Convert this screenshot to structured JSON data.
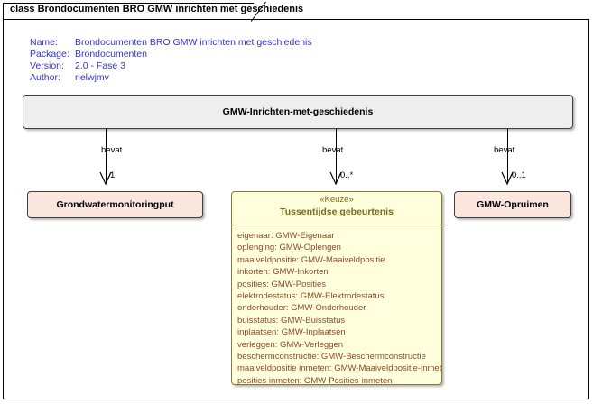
{
  "frame": {
    "tab_label": "class Brondocumenten BRO GMW inrichten met geschiedenis"
  },
  "metadata": {
    "rows": [
      {
        "key": "Name:",
        "value": "Brondocumenten BRO GMW inrichten met geschiedenis"
      },
      {
        "key": "Package:",
        "value": "Brondocumenten"
      },
      {
        "key": "Version:",
        "value": "2.0 - Fase 3"
      },
      {
        "key": "Author:",
        "value": "rielwjmv"
      }
    ]
  },
  "classes": {
    "root": {
      "name": "GMW-Inrichten-met-geschiedenis",
      "fill": "#eeeeee"
    },
    "put": {
      "name": "Grondwatermonitoringput",
      "fill": "#fae6dc"
    },
    "opruimen": {
      "name": "GMW-Opruimen",
      "fill": "#fae6dc"
    },
    "keuze": {
      "stereotype": "«Keuze»",
      "name": "Tussentijdse gebeurtenis",
      "fill": "#ffffdd",
      "attributes": [
        "eigenaar: GMW-Eigenaar",
        "oplenging: GMW-Oplengen",
        "maaiveldpositie: GMW-Maaiveldpositie",
        "inkorten: GMW-Inkorten",
        "posities: GMW-Posities",
        "elektrodestatus: GMW-Elektrodestatus",
        "onderhouder: GMW-Onderhouder",
        "buisstatus: GMW-Buisstatus",
        "inplaatsen: GMW-Inplaatsen",
        "verleggen: GMW-Verleggen",
        "beschermconstructie: GMW-Beschermconstructie",
        "maaiveldpositie inmeten: GMW-Maaiveldpositie-inmeten",
        "posities inmeten: GMW-Posities-inmeten"
      ]
    }
  },
  "connectors": [
    {
      "label": "bevat",
      "multiplicity": "1",
      "target": "Grondwatermonitoringput"
    },
    {
      "label": "bevat",
      "multiplicity": "0..*",
      "target": "Tussentijdse gebeurtenis"
    },
    {
      "label": "bevat",
      "multiplicity": "0..1",
      "target": "GMW-Opruimen"
    }
  ]
}
